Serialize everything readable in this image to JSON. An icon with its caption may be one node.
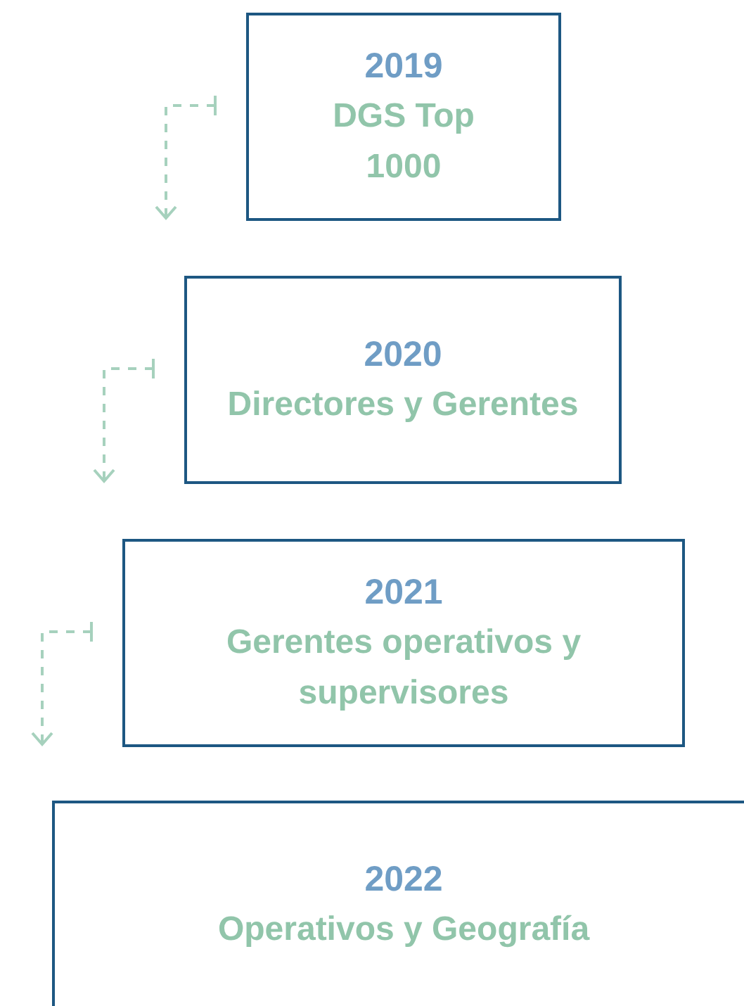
{
  "diagram": {
    "nodes": [
      {
        "text": [
          "2019",
          "DGS Top 1000"
        ]
      },
      {
        "text": [
          "2020",
          "Directores y Gerentes"
        ]
      },
      {
        "text": [
          "2021",
          "Gerentes operativos y supervisores"
        ]
      },
      {
        "text": [
          "2022",
          "Operativos y Geografía"
        ]
      }
    ],
    "edges": [
      {
        "from": 0,
        "to": null,
        "arrow": "to",
        "style": "dashed"
      },
      {
        "from": 1,
        "to": null,
        "arrow": "to",
        "style": "dashed"
      },
      {
        "from": 2,
        "to": null,
        "arrow": "to",
        "style": "dashed"
      }
    ]
  }
}
